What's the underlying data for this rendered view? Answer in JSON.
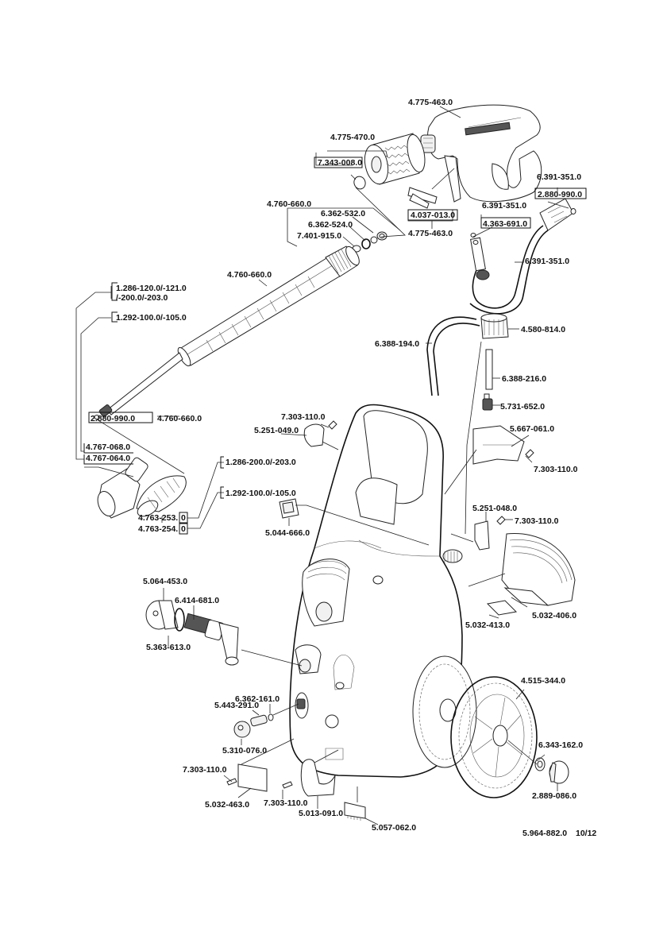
{
  "document": {
    "type": "exploded-parts-diagram",
    "footer_code": "5.964-882.0",
    "footer_date": "10/12"
  },
  "labels": {
    "gun_top": "4.775-463.0",
    "gun_bottom": "4.775-463.0",
    "gun_clip_box": "4.037-013.0",
    "brush_head": "4.775-470.0",
    "brush_ring_box": "7.343-008.0",
    "lance_group": "4.760-660.0",
    "oring_532": "6.362-532.0",
    "oring_524": "6.362-524.0",
    "oring_915": "7.401-915.0",
    "lance_mid": "4.760-660.0",
    "kit_120": "1.286-120.0/-121.0",
    "kit_120_line2": "/-200.0/-203.0",
    "kit_292": "1.292-100.0/-105.0",
    "seal_2880_box": "2.880-990.0",
    "lance_end": "4.760-660.0",
    "nozzle_068_box": "4.767-068.0",
    "nozzle_064_box": "4.767-064.0",
    "kit_200": "1.286-200.0/-203.0",
    "kit_292b": "1.292-100.0/-105.0",
    "nozzle_253": "4.763-253.",
    "nozzle_253_box": "0",
    "nozzle_254": "4.763-254.",
    "nozzle_254_box": "0",
    "hose_top1": "6.391-351.0",
    "hose_seal_box": "2.880-990.0",
    "hose_top2": "6.391-351.0",
    "hose_conn_box": "4.363-691.0",
    "hose_main": "6.391-351.0",
    "detergent_cap": "4.580-814.0",
    "detergent_hose": "6.388-194.0",
    "suction_tube": "6.388-216.0",
    "filter": "5.731-652.0",
    "screw_a": "7.303-110.0",
    "holder_049": "5.251-049.0",
    "holder_061": "5.667-061.0",
    "screw_b": "7.303-110.0",
    "plate_666": "5.044-666.0",
    "holder_048": "5.251-048.0",
    "screw_c": "7.303-110.0",
    "cover_406": "5.032-406.0",
    "plate_413": "5.032-413.0",
    "cap_453": "5.064-453.0",
    "sieve_681": "6.414-681.0",
    "oring_613": "5.363-613.0",
    "oring_161": "6.362-161.0",
    "nipple_291": "5.443-291.0",
    "nut_076": "5.310-076.0",
    "wheel_344": "4.515-344.0",
    "washer_162": "6.343-162.0",
    "hubcap_086": "2.889-086.0",
    "screw_d": "7.303-110.0",
    "cover_463": "5.032-463.0",
    "screw_e": "7.303-110.0",
    "holder_091": "5.013-091.0",
    "foot_062": "5.057-062.0"
  }
}
